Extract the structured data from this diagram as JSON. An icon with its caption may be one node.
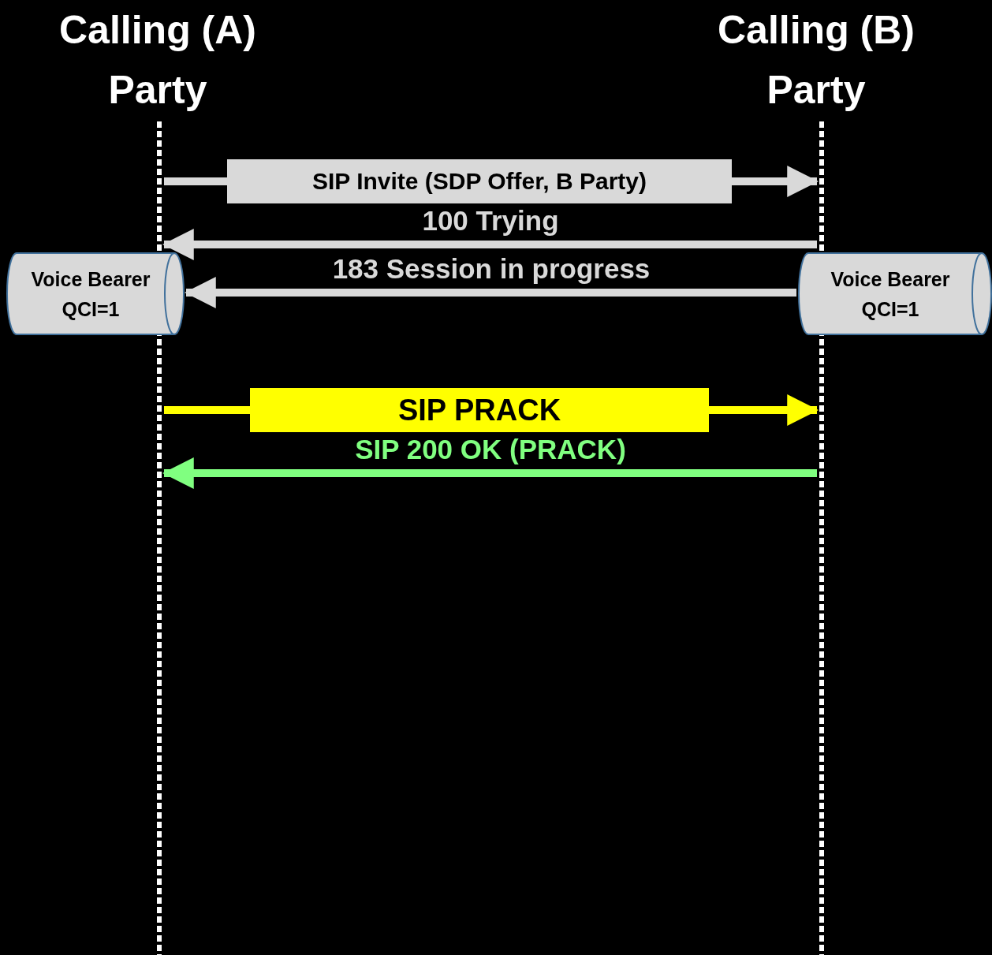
{
  "diagram": {
    "nodes": [
      {
        "text": [
          "Calling (A) Party"
        ]
      },
      {
        "text": [
          "Calling (B) Party"
        ]
      },
      {
        "text": [],
        "shape": "line"
      },
      {
        "text": [],
        "shape": "line"
      },
      {
        "text": [
          "Voice Bearer QCI=1"
        ]
      },
      {
        "text": [
          "Voice Bearer QCI=1"
        ]
      }
    ],
    "edges": [
      {
        "from": 2,
        "to": 3,
        "arrow": "to",
        "label": "SIP Invite (SDP Offer, B Party)"
      },
      {
        "from": 3,
        "to": 2,
        "arrow": "to",
        "label": "100 Trying"
      },
      {
        "from": 5,
        "to": 4,
        "arrow": "to",
        "label": "183 Session in progress"
      },
      {
        "from": 2,
        "to": 3,
        "arrow": "to",
        "label": "SIP PRACK",
        "color": "#ffff00"
      },
      {
        "from": 3,
        "to": 2,
        "arrow": "to",
        "label": "SIP 200 OK (PRACK)",
        "color": "#80ff80"
      }
    ]
  }
}
